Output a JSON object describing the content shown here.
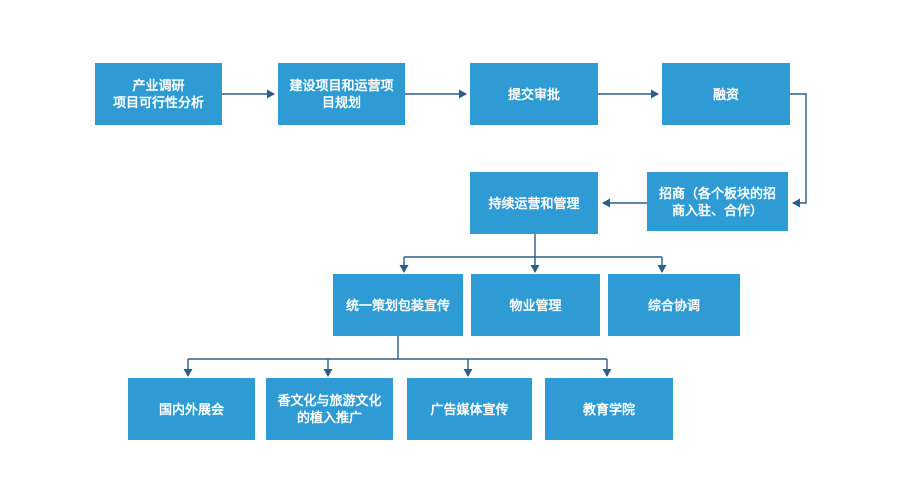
{
  "diagram": {
    "type": "flowchart",
    "background_color": "#FFFFFF",
    "node_fill_color": "#2E9BD5",
    "node_text_color": "#FFFFFF",
    "connector_color": "#2E5E87",
    "nodes": [
      {
        "id": "survey",
        "label": "产业调研\n项目可行性分析"
      },
      {
        "id": "planning",
        "label": "建设项目和运营项\n目规划"
      },
      {
        "id": "approval",
        "label": "提交审批"
      },
      {
        "id": "financing",
        "label": "融资"
      },
      {
        "id": "operation",
        "label": "持续运营和管理"
      },
      {
        "id": "investment",
        "label": "招商（各个板块的招\n商入驻、合作）"
      },
      {
        "id": "branding",
        "label": "统一策划包装宣传"
      },
      {
        "id": "property",
        "label": "物业管理"
      },
      {
        "id": "coordination",
        "label": "综合协调"
      },
      {
        "id": "exhibitions",
        "label": "国内外展会"
      },
      {
        "id": "culture",
        "label": "香文化与旅游文化\n的植入推广"
      },
      {
        "id": "advertising",
        "label": "广告媒体宣传"
      },
      {
        "id": "college",
        "label": "教育学院"
      }
    ],
    "edges": [
      {
        "from": "survey",
        "to": "planning"
      },
      {
        "from": "planning",
        "to": "approval"
      },
      {
        "from": "approval",
        "to": "financing"
      },
      {
        "from": "financing",
        "to": "investment"
      },
      {
        "from": "investment",
        "to": "operation"
      },
      {
        "from": "operation",
        "to": "branding"
      },
      {
        "from": "operation",
        "to": "property"
      },
      {
        "from": "operation",
        "to": "coordination"
      },
      {
        "from": "branding",
        "to": "exhibitions"
      },
      {
        "from": "branding",
        "to": "culture"
      },
      {
        "from": "branding",
        "to": "advertising"
      },
      {
        "from": "branding",
        "to": "college"
      }
    ]
  }
}
